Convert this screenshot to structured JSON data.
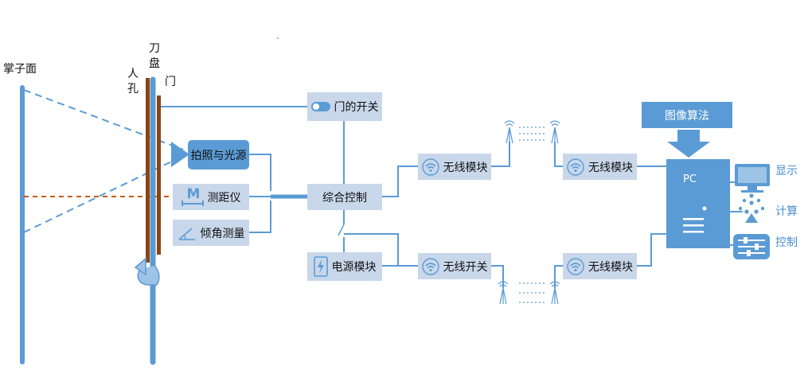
{
  "labels": {
    "face": "掌子面",
    "manhole": [
      "人",
      "孔"
    ],
    "cutter": [
      "刀",
      "盘"
    ],
    "door": "门"
  },
  "boxes": {
    "photo": "拍照与光源",
    "distance": "测距仪",
    "tilt": "倾角测量",
    "door_switch": "门的开关",
    "control": "综合控制",
    "power": "电源模块",
    "wireless_top_left": "无线模块",
    "wireless_bottom_left": "无线开关",
    "wireless_top_right": "无线模块",
    "wireless_bottom_right": "无线模块",
    "algorithm": "图像算法",
    "pc": "PC"
  },
  "distance_icon_text": "M",
  "right_labels": {
    "display": "显示",
    "compute": "计算",
    "control": "控制"
  },
  "colors": {
    "bar_blue": "#5b9bd5",
    "box_fill": "#c9d7ea",
    "line_blue": "#5b9bd5",
    "cutter_brown": "#8b4513",
    "orange_dash": "#c55a11",
    "label_blue": "#4a8ed0"
  }
}
